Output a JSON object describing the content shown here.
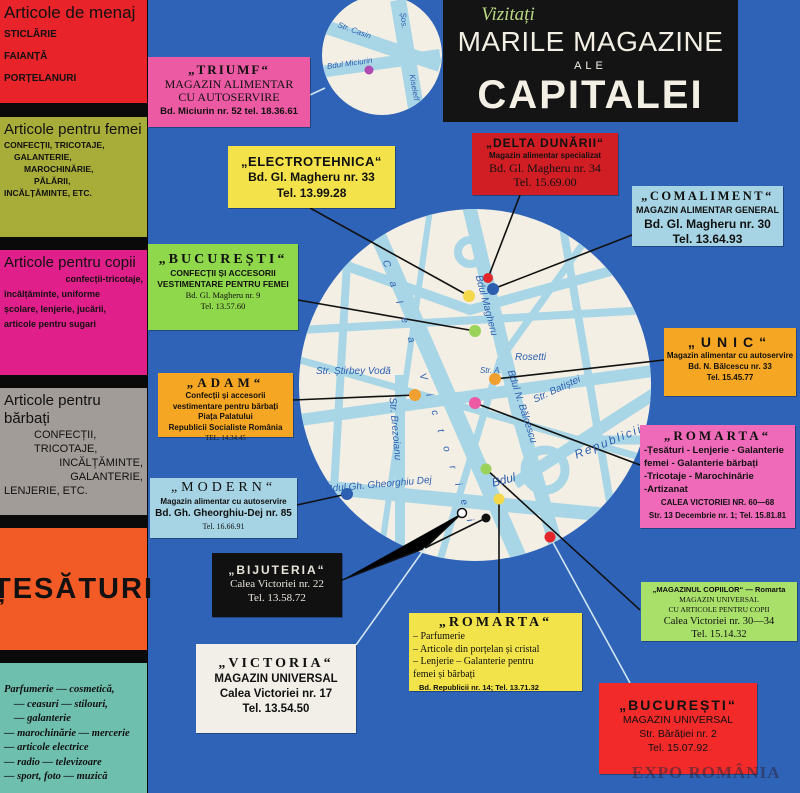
{
  "categories": [
    {
      "title": "Articole de menaj",
      "items": [
        "STICLĂRIE",
        "FAIANȚĂ",
        "PORȚELANURI"
      ]
    },
    {
      "title": "Articole pentru femei",
      "items": [
        "CONFECȚII, TRICOTAJE,",
        "GALANTERIE,",
        "MAROCHINĂRIE,",
        "PĂLĂRII,",
        "INCĂLȚĂMINTE, ETC."
      ]
    },
    {
      "title": "Articole pentru copii",
      "items": [
        "confecții-tricotaje,",
        "încălțăminte, uniforme",
        "școlare, lenjerie, jucării,",
        "articole pentru sugari"
      ]
    },
    {
      "title": "Articole pentru bărbați",
      "items": [
        "CONFECȚII,",
        "TRICOTAJE,",
        "INCĂLȚĂMINTE,",
        "GALANTERIE,",
        "LENJERIE, ETC."
      ]
    },
    {
      "title": "ȚESĂTURI",
      "items": []
    },
    {
      "title": "",
      "items": [
        "Parfumerie — cosmetică,",
        "— ceasuri — stilouri,",
        "— galanterie",
        "— marochinărie — mercerie",
        "— articole electrice",
        "— radio — televizoare",
        "— sport, foto — muzică"
      ]
    }
  ],
  "title": {
    "visit": "Vizitați",
    "line1": "MARILE MAGAZINE",
    "line2": "ALE",
    "line3": "CAPITALEI"
  },
  "stores": [
    {
      "name": "„TRIUMF“",
      "lines": [
        "MAGAZIN ALIMENTAR",
        "CU AUTOSERVIRE",
        "Bd. Miciurin nr. 52 tel. 18.36.61"
      ]
    },
    {
      "name": "„ELECTROTEHNICA“",
      "lines": [
        "Bd. Gl. Magheru nr. 33",
        "Tel. 13.99.28"
      ]
    },
    {
      "name": "„DELTA DUNĂRII“",
      "lines": [
        "Magazin alimentar specializat",
        "Bd. Gl. Magheru nr. 34",
        "Tel. 15.69.00"
      ]
    },
    {
      "name": "„COMALIMENT“",
      "lines": [
        "MAGAZIN ALIMENTAR GENERAL",
        "Bd. Gl. Magheru nr. 30",
        "Tel. 13.64.93"
      ]
    },
    {
      "name": "„BUCUREȘTI“",
      "lines": [
        "CONFECȚII ȘI ACCESORII",
        "VESTIMENTARE PENTRU FEMEI",
        "Bd. Gl. Magheru nr. 9",
        "Tel. 13.57.60"
      ]
    },
    {
      "name": "„ADAM“",
      "lines": [
        "Confecții și accesorii",
        "vestimentare pentru bărbați",
        "Piața Palatului",
        "Republicii Socialiste România",
        "TEL. 14.34.45"
      ]
    },
    {
      "name": "„UNIC“",
      "lines": [
        "Magazin alimentar cu autoservire",
        "Bd. N. Bălcescu nr. 33",
        "Tel. 15.45.77"
      ]
    },
    {
      "name": "„ROMARTA“",
      "lines": [
        "-Țesături - Lenjerie - Galanterie",
        "femei - Galanterie bărbați",
        "-Tricotaje - Marochinărie",
        "-Artizanat",
        "CALEA VICTORIEI NR. 60—68",
        "Str. 13 Decembrie nr. 1; Tel. 15.81.81"
      ]
    },
    {
      "name": "„MODERN“",
      "lines": [
        "Magazin alimentar cu autoservire",
        "Bd. Gh. Gheorghiu-Dej nr. 85",
        "Tel. 16.66.91"
      ]
    },
    {
      "name": "„BIJUTERIA“",
      "lines": [
        "Calea Victoriei nr. 22",
        "Tel. 13.58.72"
      ]
    },
    {
      "name": "„VICTORIA“",
      "lines": [
        "MAGAZIN UNIVERSAL",
        "Calea Victoriei nr. 17",
        "Tel. 13.54.50"
      ]
    },
    {
      "name": "„ROMARTA“",
      "lines": [
        "– Parfumerie",
        "– Articole din porțelan și cristal",
        "– Lenjerie – Galanterie pentru",
        "femei și bărbați",
        "Bd. Republicii nr. 14; Tel. 13.71.32"
      ]
    },
    {
      "name": "",
      "lines": [
        "„MAGAZINUL COPIILOR“ — Romarta",
        "MAGAZIN UNIVERSAL",
        "CU ARTICOLE PENTRU COPII",
        "Calea Victoriei nr. 30—34",
        "Tel. 15.14.32"
      ]
    },
    {
      "name": "„BUCUREȘTI“",
      "lines": [
        "MAGAZIN UNIVERSAL",
        "Str. Bărăției nr. 2",
        "Tel. 15.07.92"
      ]
    }
  ],
  "map": {
    "streets": [
      "Calea Victoriei",
      "Bdul Magheru",
      "Rosetti",
      "Str. A.",
      "Bdul N. Bălcescu",
      "Str. Batiștei",
      "Str. Știrbey Vodă",
      "Str. Brezoianu",
      "Bdul Gh. Gheorghiu Dej",
      "Bdul",
      "Republicii"
    ],
    "inset_streets": [
      "Str. Casin",
      "Șos.",
      "Kiseleff",
      "Bdul Miciurin"
    ],
    "colors": {
      "background": "#2f63b8",
      "map_land": "#f3efe4",
      "map_streets": "#a9d6e6"
    }
  },
  "watermark": "EXPO ROMÂNIA"
}
